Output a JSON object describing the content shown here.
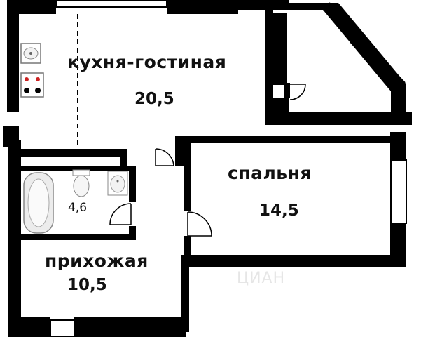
{
  "rooms": {
    "kitchen_living": {
      "name": "кухня-гостиная",
      "area": "20,5"
    },
    "bedroom": {
      "name": "спальня",
      "area": "14,5"
    },
    "bathroom": {
      "area": "4,6"
    },
    "hallway": {
      "name": "прихожая",
      "area": "10,5"
    }
  },
  "watermark": "ЦИАН",
  "colors": {
    "wall": "#000000",
    "background": "#ffffff",
    "fixture": "#9a9a9a"
  }
}
